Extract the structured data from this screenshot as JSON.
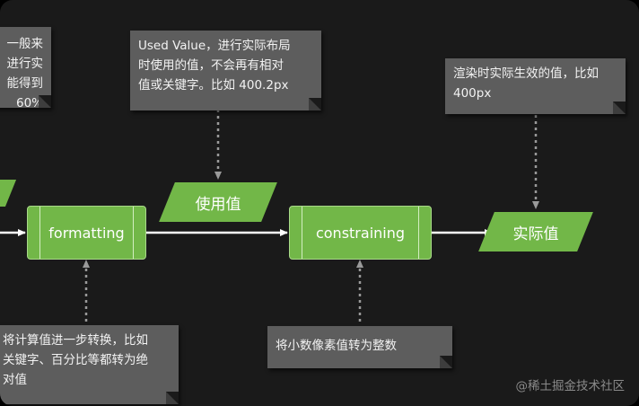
{
  "nodes": {
    "formatting": "formatting",
    "used_value": "使用值",
    "constraining": "constraining",
    "actual_value": "实际值"
  },
  "notes": {
    "top_left_clipped": [
      "一般来",
      "进行实",
      "能得到",
      "60%"
    ],
    "used_value": [
      "Used Value，进行实际布局",
      "时使用的值，不会再有相对",
      "值或关键字。比如 400.2px"
    ],
    "actual_value": [
      "渲染时实际生效的值，比如",
      "400px"
    ],
    "formatting_desc": [
      "将计算值进一步转换，比如",
      "关键字、百分比等都转为绝",
      "对值"
    ],
    "constraining_desc": [
      "将小数像素值转为整数"
    ]
  },
  "watermark": "@稀土掘金技术社区",
  "colors": {
    "background": "#1a1a1a",
    "node_fill": "#72b748",
    "note_fill": "#5d5d5d",
    "connector": "#ffffff",
    "dotted_connector": "#9a9a9a"
  }
}
